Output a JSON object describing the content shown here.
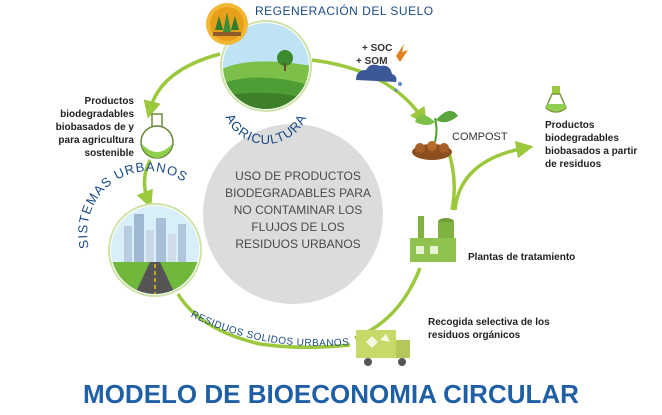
{
  "title": "MODELO DE BIOECONOMIA CIRCULAR",
  "center_text": [
    "USO DE PRODUCTOS",
    "BIODEGRADABLES PARA",
    "NO CONTAMINAR LOS",
    "FLUJOS DE LOS",
    "RESIDUOS URBANOS"
  ],
  "nodes": {
    "regeneracion": "REGENERACIÓN DEL SUELO",
    "agricultura": "AGRICULTURA",
    "sistemas_urbanos": "SISTEMAS URBANOS",
    "residuos_solidos": "RESIDUOS SOLIDOS URBANOS",
    "compost": "COMPOST",
    "soc": "+ SOC",
    "som": "+ SOM",
    "plantas": "Plantas de tratamiento",
    "recogida": [
      "Recogida selectiva de los",
      "residuos orgánicos"
    ],
    "productos_left": [
      "Productos",
      "biodegradables",
      "biobasados de y",
      "para agricultura",
      "sostenible"
    ],
    "productos_right": [
      "Productos",
      "biodegradables",
      "biobasados a partir",
      "de residuos"
    ]
  },
  "colors": {
    "cycle_green": "#9bc83c",
    "title_blue": "#1f5fa6",
    "center_gray": "#dcdcdc",
    "dark_blue_text": "#1a4a86"
  },
  "icons": [
    "trees-icon",
    "flask-icon",
    "sprout-icon",
    "soil-cloud-icon",
    "factory-icon",
    "truck-icon",
    "city-icon",
    "farm-field-icon"
  ]
}
